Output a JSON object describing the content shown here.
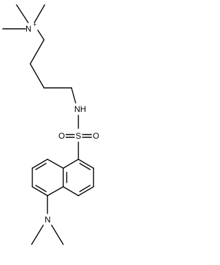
{
  "diagram": {
    "type": "chemical-structure",
    "atoms": {
      "quaternary_nitrogen": "N",
      "nitrogen_charge": "+",
      "amide_nitrogen": "NH",
      "sulfur": "S",
      "sulfonyl_oxygen_left": "O",
      "sulfonyl_oxygen_right": "O",
      "dimethylamino_nitrogen": "N"
    },
    "colors": {
      "bond": "#000000",
      "label": "#000000",
      "background": "#ffffff"
    }
  }
}
